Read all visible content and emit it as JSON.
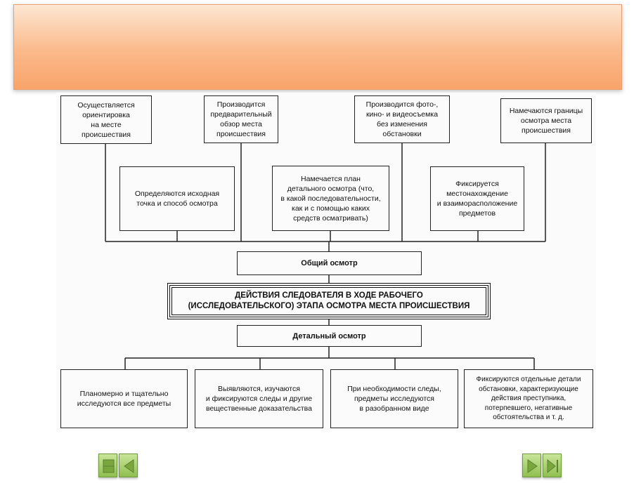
{
  "colors": {
    "banner": "#f9a46b",
    "nav_button": "#9ccb5c"
  },
  "top_row": [
    "Осуществляется\nориентировка\nна месте\nпроисшествия",
    "Производится\nпредварительный\nобзор места\nпроисшествия",
    "Производится фото-,\nкино- и видеосъемка\nбез изменения\nобстановки",
    "Намечаются границы\nосмотра места\nпроисшествия"
  ],
  "middle_row": [
    "Определяются исходная\nточка и способ осмотра",
    "Намечается план\nдетального осмотра (что,\nв какой последовательности,\nкак и с помощью каких\nсредств осматривать)",
    "Фиксируется\nместонахождение\nи взаиморасположение\nпредметов"
  ],
  "general_inspection": "Общий осмотр",
  "main_title": "ДЕЙСТВИЯ СЛЕДОВАТЕЛЯ В ХОДЕ РАБОЧЕГО\n(ИССЛЕДОВАТЕЛЬСКОГО) ЭТАПА ОСМОТРА МЕСТА ПРОИСШЕСТВИЯ",
  "detailed_inspection": "Детальный осмотр",
  "bottom_row": [
    "Планомерно и тщательно\nисследуются все предметы",
    "Выявляются, изучаются\nи фиксируются следы и другие\nвещественные доказательства",
    "При необходимости следы,\nпредметы исследуются\nв разобранном виде",
    "Фиксируются отдельные детали\nобстановки, характеризующие\nдействия преступника,\nпотерпевшего, негативные\nобстоятельства и т. д."
  ],
  "nav": {
    "left_icons": [
      "first-page-icon",
      "previous-page-icon"
    ],
    "right_icons": [
      "next-page-icon",
      "last-page-icon"
    ]
  }
}
